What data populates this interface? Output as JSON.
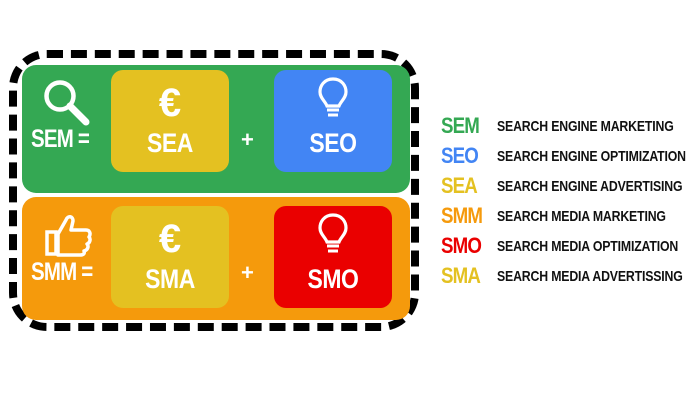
{
  "colors": {
    "green": "#34a853",
    "blue": "#4285f4",
    "yellow": "#e4c121",
    "orange": "#f59a0c",
    "red": "#ea0000",
    "border": "#000000"
  },
  "rows": [
    {
      "id": "sem",
      "lhs": "SEM =",
      "icon": "magnifier-icon",
      "left_tile": {
        "symbol": "€",
        "label": "SEA",
        "icon": "euro-icon"
      },
      "plus": "+",
      "right_tile": {
        "label": "SEO",
        "icon": "lightbulb-icon"
      }
    },
    {
      "id": "smm",
      "lhs": "SMM =",
      "icon": "thumbs-up-icon",
      "left_tile": {
        "symbol": "€",
        "label": "SMA",
        "icon": "euro-icon"
      },
      "plus": "+",
      "right_tile": {
        "label": "SMO",
        "icon": "lightbulb-icon"
      }
    }
  ],
  "legend": [
    {
      "abbr": "SEM",
      "text": "SEARCH ENGINE MARKETING",
      "color": "#34a853"
    },
    {
      "abbr": "SEO",
      "text": "SEARCH ENGINE OPTIMIZATION",
      "color": "#4285f4"
    },
    {
      "abbr": "SEA",
      "text": "SEARCH ENGINE ADVERTISING",
      "color": "#e4c121"
    },
    {
      "abbr": "SMM",
      "text": "SEARCH MEDIA MARKETING",
      "color": "#f59a0c"
    },
    {
      "abbr": "SMO",
      "text": "SEARCH MEDIA OPTIMIZATION",
      "color": "#ea0000"
    },
    {
      "abbr": "SMA",
      "text": "SEARCH MEDIA ADVERTISSING",
      "color": "#e4c121"
    }
  ]
}
